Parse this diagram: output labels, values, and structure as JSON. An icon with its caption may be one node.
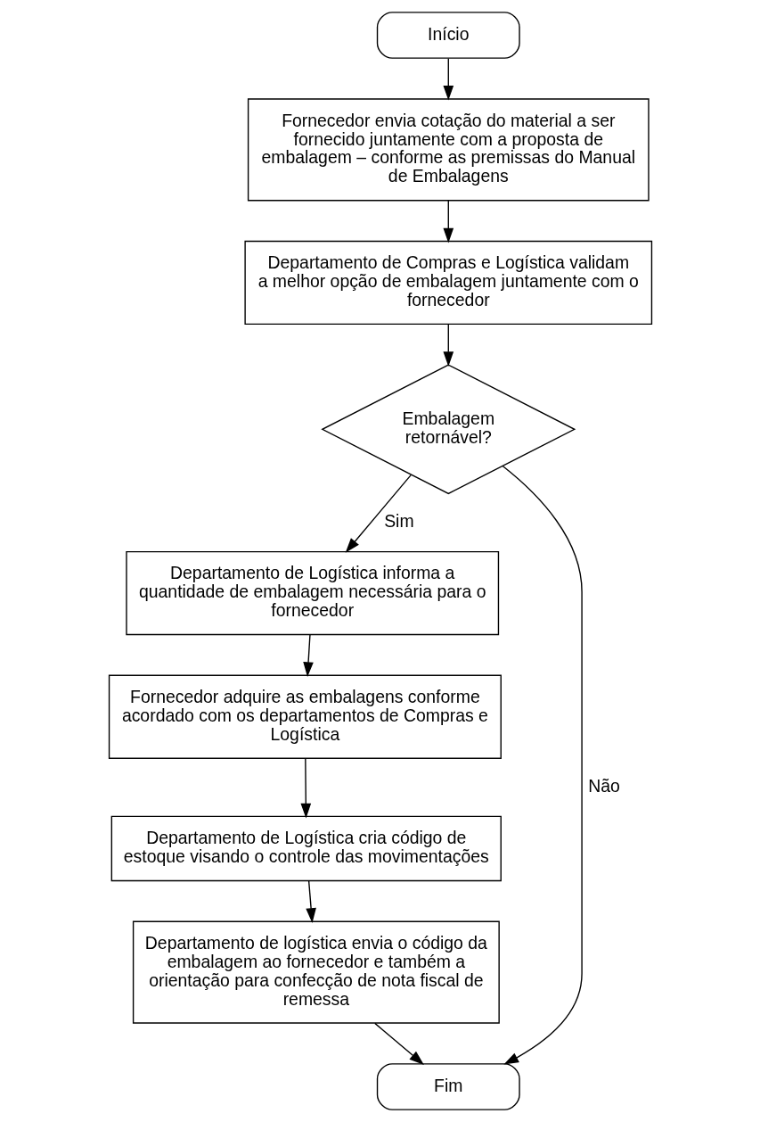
{
  "diagram": {
    "nodes": [
      {
        "text": [
          "Início"
        ]
      },
      {
        "text": [
          "Fornecedor envia cotação do material a ser fornecido juntamente com a proposta de embalagem – conforme as premissas do Manual de Embalagens"
        ]
      },
      {
        "text": [
          "Departamento de Compras e Logística validam a melhor opção de embalagem juntamente com o fornecedor"
        ]
      },
      {
        "text": [
          "Embalagem retornável?"
        ]
      },
      {
        "text": [
          "Departamento de Logística informa a quantidade de embalagem necessária para o fornecedor"
        ]
      },
      {
        "text": [
          "Fornecedor adquire as embalagens conforme acordado com os departamentos de Compras e Logística"
        ]
      },
      {
        "text": [
          "Departamento de Logística cria código de estoque visando o controle das movimentações"
        ]
      },
      {
        "text": [
          "Departamento de logística envia o código da embalagem ao fornecedor e também a orientação para confecção de nota fiscal de remessa"
        ]
      },
      {
        "text": [
          "Fim"
        ]
      }
    ],
    "edges": [
      {
        "from": 0,
        "to": 1,
        "arrow": "to"
      },
      {
        "from": 1,
        "to": 2,
        "arrow": "to"
      },
      {
        "from": 2,
        "to": 3,
        "arrow": "to"
      },
      {
        "from": 3,
        "to": 4,
        "arrow": "to",
        "label": "Sim"
      },
      {
        "from": 4,
        "to": 5,
        "arrow": "to"
      },
      {
        "from": 5,
        "to": 6,
        "arrow": "to"
      },
      {
        "from": 6,
        "to": 7,
        "arrow": "to"
      },
      {
        "from": 7,
        "to": 8,
        "arrow": "to"
      },
      {
        "from": 3,
        "to": 8,
        "arrow": "to",
        "label": "Não"
      }
    ]
  }
}
